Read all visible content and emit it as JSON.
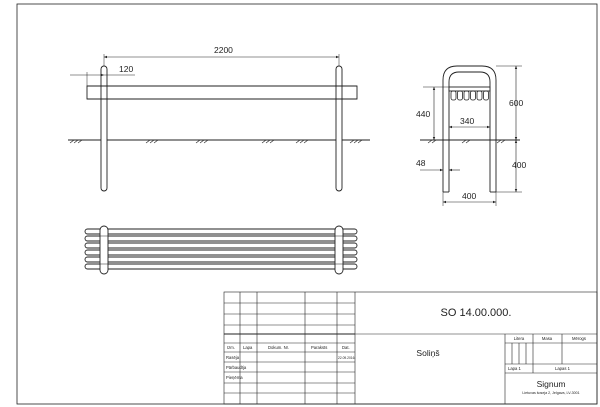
{
  "dimensions": {
    "front_length": "2200",
    "front_end_offset": "120",
    "side_width": "400",
    "side_height": "600",
    "side_seat_height": "440",
    "side_seat_depth": "340",
    "side_post_width": "48",
    "side_foundation_depth": "400"
  },
  "title_block": {
    "drawing_number": "SO 14.00.000.",
    "drawing_name": "Soliņš",
    "headers": {
      "change": "Izm.",
      "sheet": "Lapa",
      "document_no": "Dokum. Nr.",
      "signature": "Paraksts",
      "date": "Dat."
    },
    "roles": [
      "Rasēja",
      "Pārbaudīja",
      "Pieņēma"
    ],
    "date_value": "22.09.2016.",
    "litera_label": "Litera",
    "mass_label": "Masa",
    "scale_label": "Mērogs",
    "sheet_label": "Lapa 1",
    "sheets_label": "Lapas 1",
    "company_name": "Signum",
    "company_address": "Lietuvas šoseja 2, Jelgava, LV-3001"
  }
}
